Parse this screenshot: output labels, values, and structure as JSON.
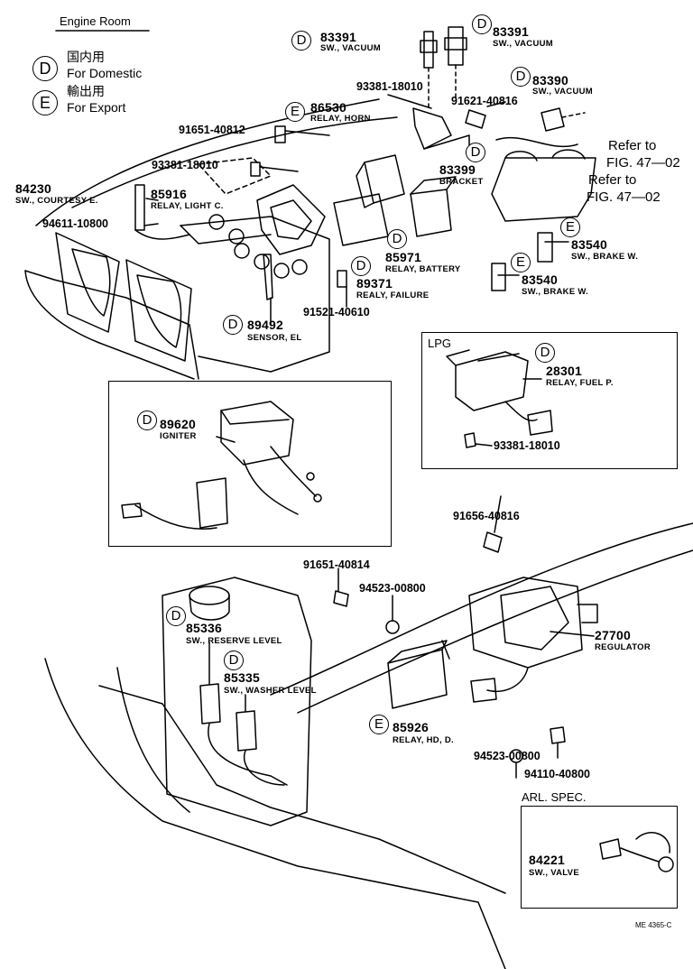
{
  "header": {
    "title": "Engine Room"
  },
  "legend": {
    "domestic": {
      "mark": "D",
      "jp": "国内用",
      "en": "For Domestic"
    },
    "export": {
      "mark": "E",
      "jp": "輸出用",
      "en": "For Export"
    }
  },
  "parts": {
    "p83391a": {
      "mark": "D",
      "number": "83391",
      "desc": "SW., VACUUM"
    },
    "p83391b": {
      "mark": "D",
      "number": "83391",
      "desc": "SW., VACUUM"
    },
    "p83390": {
      "mark": "D",
      "number": "83390",
      "desc": "SW., VACUUM"
    },
    "p93381_top": {
      "number": "93381-18010"
    },
    "p91621": {
      "number": "91621-40816"
    },
    "p86530": {
      "mark": "E",
      "number": "86530",
      "desc": "RELAY, HORN"
    },
    "p91651_top": {
      "number": "91651-40812"
    },
    "p93381_mid": {
      "number": "93381-18010"
    },
    "p83399": {
      "mark": "D",
      "number": "83399",
      "desc": "BRACKET"
    },
    "p84230": {
      "number": "84230",
      "desc": "SW., COURTESY E."
    },
    "p85916": {
      "number": "85916",
      "desc": "RELAY, LIGHT C."
    },
    "p94611": {
      "number": "94611-10800"
    },
    "p85971": {
      "mark": "D",
      "number": "85971",
      "desc": "RELAY, BATTERY"
    },
    "p89371": {
      "mark": "D",
      "number": "89371",
      "desc": "REALY, FAILURE"
    },
    "p91521": {
      "number": "91521-40610"
    },
    "p89492": {
      "mark": "D",
      "number": "89492",
      "desc": "SENSOR, EL"
    },
    "p83540a": {
      "mark": "E",
      "number": "83540",
      "desc": "SW., BRAKE W."
    },
    "p83540b": {
      "mark": "E",
      "number": "83540",
      "desc": "SW., BRAKE W."
    },
    "p28301": {
      "mark": "D",
      "number": "28301",
      "desc": "RELAY, FUEL P."
    },
    "p93381_lpg": {
      "number": "93381-18010"
    },
    "p89620": {
      "mark": "D",
      "number": "89620",
      "desc": "IGNITER"
    },
    "p91656": {
      "number": "91656-40816"
    },
    "p91651_low": {
      "number": "91651-40814"
    },
    "p94523_a": {
      "number": "94523-00800"
    },
    "p85336": {
      "mark": "D",
      "number": "85336",
      "desc": "SW., RESERVE LEVEL"
    },
    "p85335": {
      "mark": "D",
      "number": "85335",
      "desc": "SW., WASHER LEVEL"
    },
    "p27700": {
      "number": "27700",
      "desc": "REGULATOR"
    },
    "p85926": {
      "mark": "E",
      "number": "85926",
      "desc": "RELAY, HD, D."
    },
    "p94523_b": {
      "number": "94523-00800"
    },
    "p94110": {
      "number": "94110-40800"
    },
    "p84221": {
      "number": "84221",
      "desc": "SW., VALVE"
    }
  },
  "refs": {
    "ref1": "Refer to",
    "fig1": "FIG. 47—02",
    "ref2": "Refer to",
    "fig2": "FIG. 47—02"
  },
  "sections": {
    "lpg": "LPG",
    "arl": "ARL. SPEC."
  },
  "footer": {
    "code": "ME 4365-C"
  }
}
